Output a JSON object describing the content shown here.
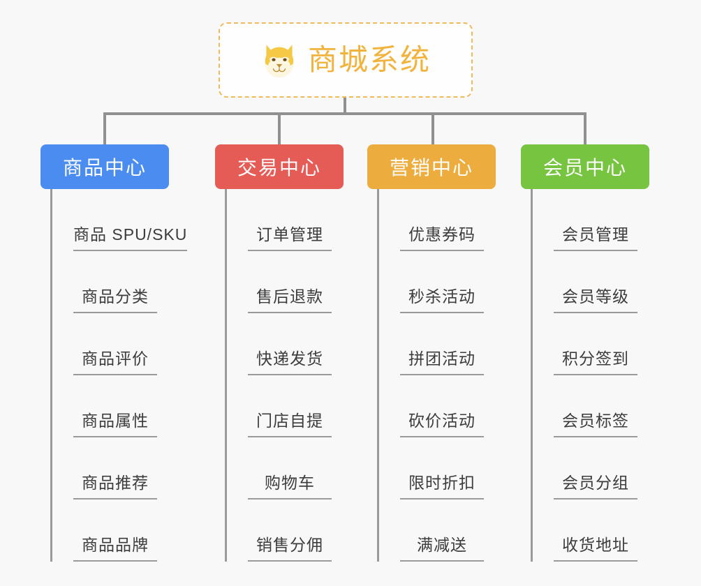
{
  "page": {
    "background_color": "#f8f8f8",
    "line_color": "#909090"
  },
  "root": {
    "title": "商城系统",
    "icon": "shiba-dog-face-icon",
    "text_color": "#f2b33d",
    "border_color": "#f0b95a"
  },
  "branches": [
    {
      "label": "商品中心",
      "color": "#4a8cf0",
      "items": [
        {
          "label": "商品 SPU/SKU"
        },
        {
          "label": "商品分类"
        },
        {
          "label": "商品评价"
        },
        {
          "label": "商品属性"
        },
        {
          "label": "商品推荐"
        },
        {
          "label": "商品品牌"
        }
      ]
    },
    {
      "label": "交易中心",
      "color": "#e55b56",
      "items": [
        {
          "label": "订单管理"
        },
        {
          "label": "售后退款"
        },
        {
          "label": "快递发货"
        },
        {
          "label": "门店自提"
        },
        {
          "label": "购物车"
        },
        {
          "label": "销售分佣"
        }
      ]
    },
    {
      "label": "营销中心",
      "color": "#edad3e",
      "items": [
        {
          "label": "优惠券码"
        },
        {
          "label": "秒杀活动"
        },
        {
          "label": "拼团活动"
        },
        {
          "label": "砍价活动"
        },
        {
          "label": "限时折扣"
        },
        {
          "label": "满减送"
        }
      ]
    },
    {
      "label": "会员中心",
      "color": "#76c440",
      "items": [
        {
          "label": "会员管理"
        },
        {
          "label": "会员等级"
        },
        {
          "label": "积分签到"
        },
        {
          "label": "会员标签"
        },
        {
          "label": "会员分组"
        },
        {
          "label": "收货地址"
        }
      ]
    }
  ]
}
